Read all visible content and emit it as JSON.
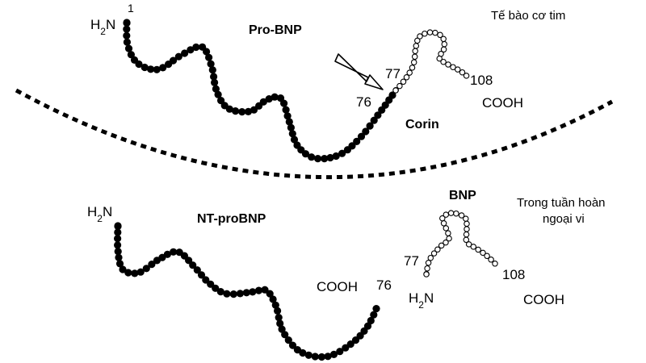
{
  "labels": {
    "h2n_top": "H",
    "sub2": "2",
    "n": "N",
    "residue_1": "1",
    "pro_bnp": "Pro-BNP",
    "residue_77_top": "77",
    "residue_76_top": "76",
    "residue_108_top": "108",
    "cooh_top": "COOH",
    "corin": "Corin",
    "cell_location": "Tế bào cơ tim",
    "nt_probnp": "NT-proBNP",
    "bnp": "BNP",
    "circulation_line1": "Trong tuần hoàn",
    "circulation_line2": "ngoại vi",
    "cooh_nt": "COOH",
    "residue_76_bottom": "76",
    "residue_77_bottom": "77",
    "residue_108_bottom": "108",
    "cooh_bnp": "COOH"
  },
  "colors": {
    "chain": "#000000",
    "bnp_bead_fill": "#ffffff",
    "outline": "#000000"
  }
}
